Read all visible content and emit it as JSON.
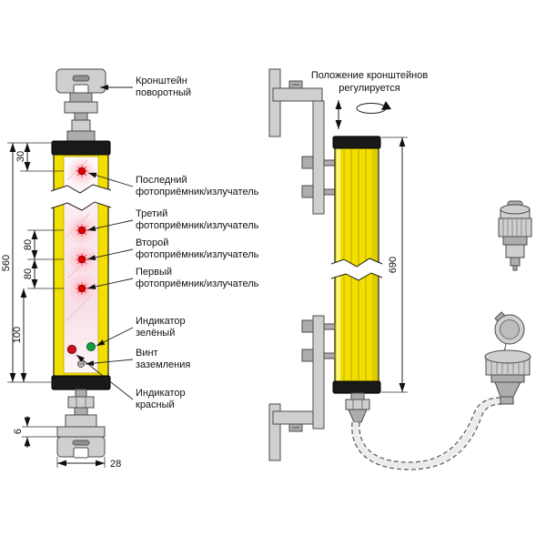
{
  "labels": {
    "swivel_bracket": {
      "line1": "Кронштейн",
      "line2": "поворотный"
    },
    "last_receiver": {
      "line1": "Последний",
      "line2": "фотоприёмник/излучатель"
    },
    "third_receiver": {
      "line1": "Третий",
      "line2": "фотоприёмник/излучатель"
    },
    "second_receiver": {
      "line1": "Второй",
      "line2": "фотоприёмник/излучатель"
    },
    "first_receiver": {
      "line1": "Первый",
      "line2": "фотоприёмник/излучатель"
    },
    "green_indicator": {
      "line1": "Индикатор",
      "line2": "зелёный"
    },
    "ground_screw": {
      "line1": "Винт",
      "line2": "заземления"
    },
    "red_indicator": {
      "line1": "Индикатор",
      "line2": "красный"
    },
    "bracket_adjustable": {
      "line1": "Положение кронштейнов",
      "line2": "регулируется"
    }
  },
  "dimensions": {
    "top_offset": "30",
    "sensing_span": "560",
    "pitch_1": "80",
    "pitch_2": "80",
    "bottom_offset": "100",
    "plate_thickness": "6",
    "body_width": "28",
    "side_height": "690"
  },
  "colors": {
    "body_yellow": "#f2df00",
    "cap_black": "#191919",
    "metal_gray": "#cfcfcf",
    "emitter_red": "#e00000",
    "indicator_green": "#00a33a",
    "window_pink": "#fbe9ee"
  }
}
